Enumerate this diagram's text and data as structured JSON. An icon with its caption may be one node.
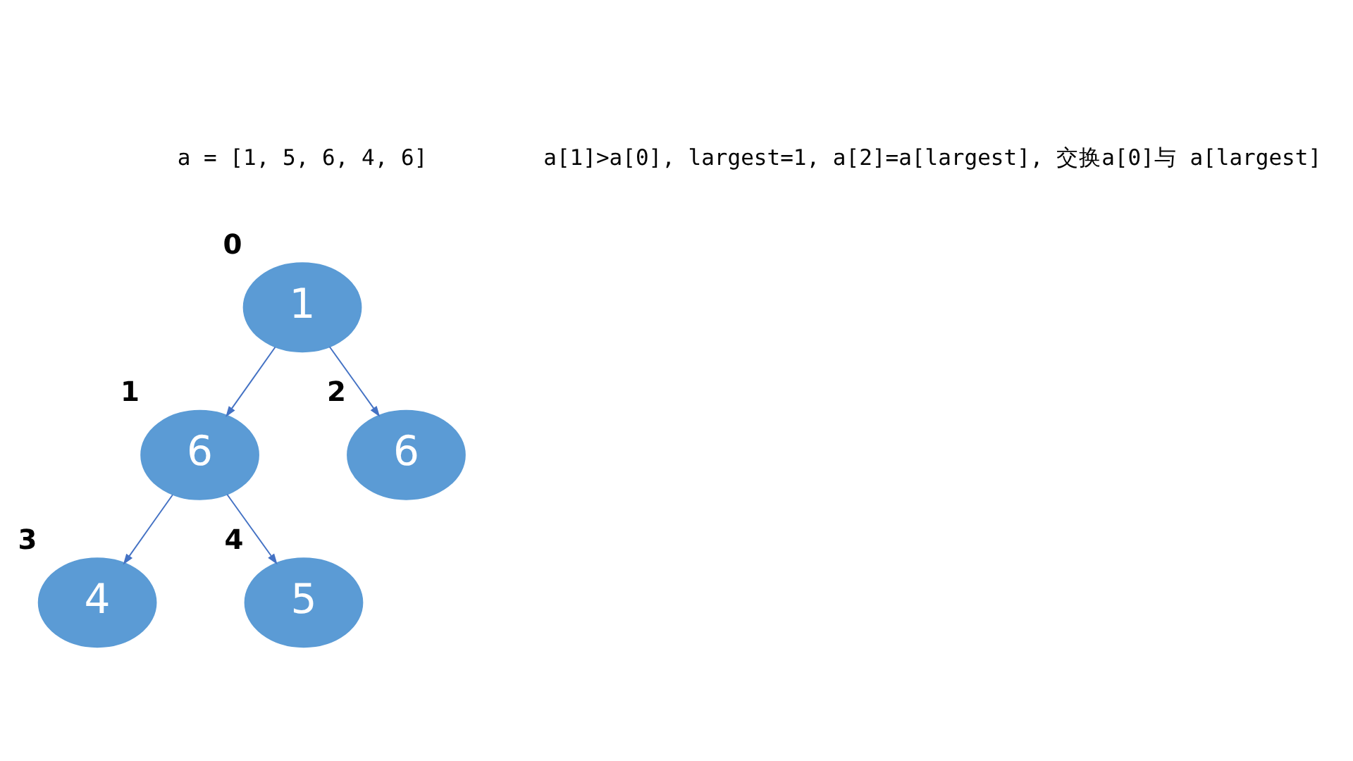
{
  "diagram": {
    "nodes": [
      {
        "text": [
          "1"
        ],
        "beside": [
          "0"
        ]
      },
      {
        "text": [
          "6"
        ],
        "beside": [
          "1"
        ]
      },
      {
        "text": [
          "6"
        ],
        "beside": [
          "2"
        ]
      },
      {
        "text": [
          "4"
        ],
        "beside": [
          "3"
        ]
      },
      {
        "text": [
          "5"
        ],
        "beside": [
          "4"
        ]
      }
    ],
    "edges": [
      {
        "from": 0,
        "to": 1,
        "arrow": "to"
      },
      {
        "from": 0,
        "to": 2,
        "arrow": "to"
      },
      {
        "from": 1,
        "to": 3,
        "arrow": "to"
      },
      {
        "from": 1,
        "to": 4,
        "arrow": "to"
      }
    ],
    "labels": [
      "a = [1, 5, 6, 4, 6]",
      "a[1]>a[0], largest=1, a[2]=a[largest], 交换a[0]与 a[largest]"
    ]
  }
}
